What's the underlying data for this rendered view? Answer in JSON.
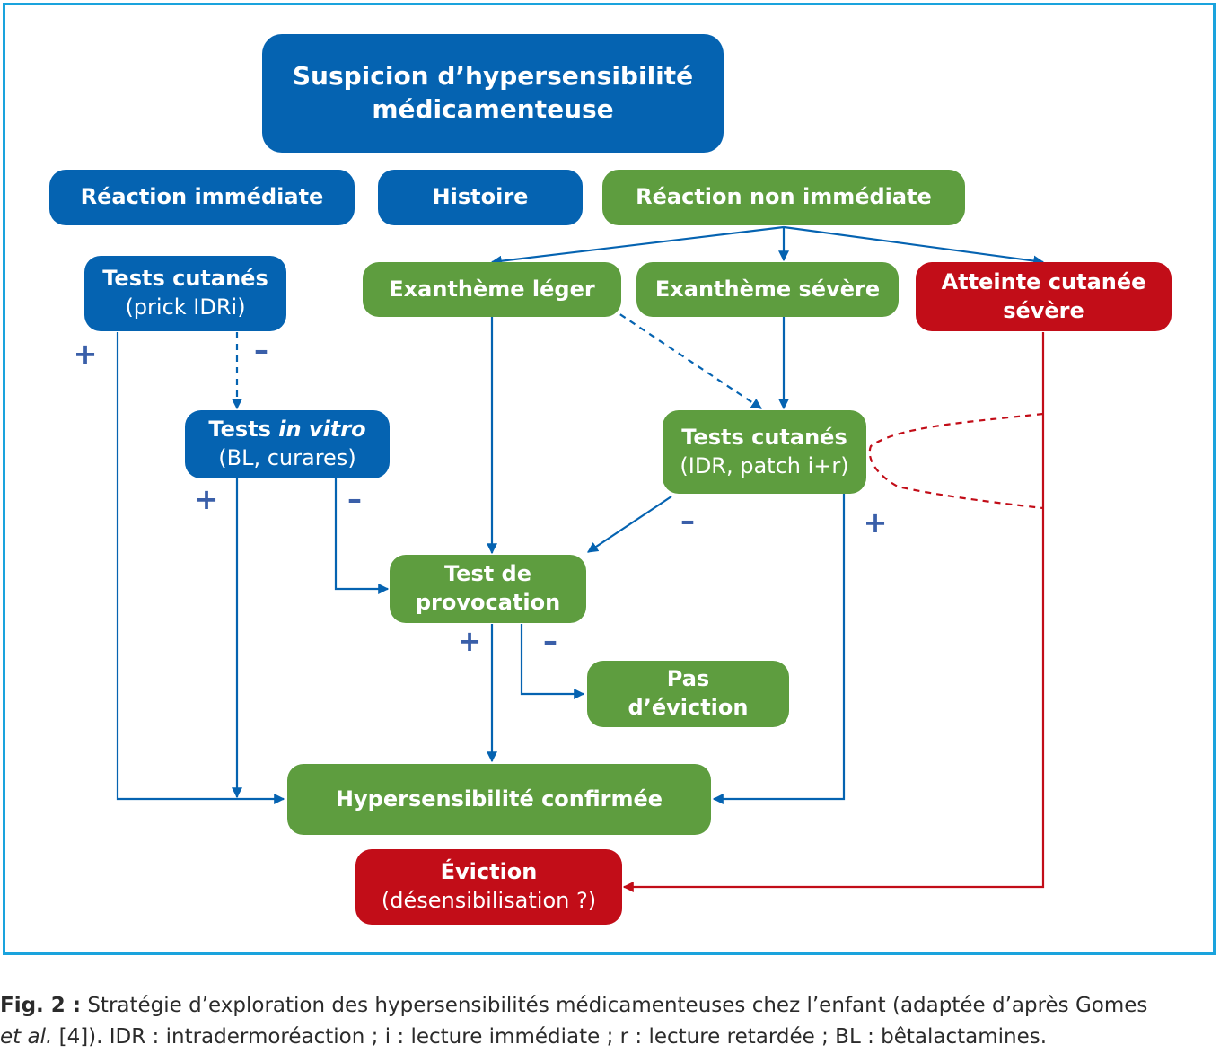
{
  "diagram": {
    "nodes": {
      "suspicion": {
        "line1": "Suspicion d’hypersensibilité",
        "line2": "médicamenteuse"
      },
      "reaction_immediate": {
        "label": "Réaction immédiate"
      },
      "histoire": {
        "label": "Histoire"
      },
      "reaction_non_immediate": {
        "label": "Réaction non immédiate"
      },
      "tests_cutanes_prick": {
        "line1": "Tests cutanés",
        "line2": "(prick IDRi)"
      },
      "exantheme_leger": {
        "label": "Exanthème léger"
      },
      "exantheme_severe": {
        "label": "Exanthème sévère"
      },
      "atteinte_cutanee": {
        "line1": "Atteinte cutanée",
        "line2": "sévère"
      },
      "tests_in_vitro": {
        "line1_a": "Tests ",
        "line1_b": "in vitro",
        "line2": "(BL, curares)"
      },
      "tests_cutanes_idr": {
        "line1": "Tests cutanés",
        "line2": "(IDR, patch i+r)"
      },
      "test_provocation": {
        "line1": "Test de",
        "line2": "provocation"
      },
      "pas_eviction": {
        "line1": "Pas",
        "line2": "d’éviction"
      },
      "hypersensibilite_confirmee": {
        "label": "Hypersensibilité confirmée"
      },
      "eviction": {
        "line1": "Éviction",
        "line2": "(désensibilisation ?)"
      }
    },
    "signs": {
      "prick_plus": "+",
      "prick_minus": "–",
      "invitro_plus": "+",
      "invitro_minus": "–",
      "idr_minus": "–",
      "idr_plus": "+",
      "provocation_plus": "+",
      "provocation_minus": "–"
    },
    "colors": {
      "blue": "#0563b1",
      "green": "#5e9d3f",
      "red": "#c20d18",
      "frame": "#1aa3dd",
      "sign": "#3a5fa9"
    }
  },
  "caption": {
    "label": "Fig. 2 :",
    "text_line1": " Stratégie d’exploration des hypersensibilités médicamenteuses chez l’enfant (adaptée d’après Gomes",
    "line2_italic": "et al.",
    "text_line2": " [4]). IDR : intradermoréaction ; i : lecture immédiate ; r : lecture retardée ; BL : bêtalactamines."
  }
}
